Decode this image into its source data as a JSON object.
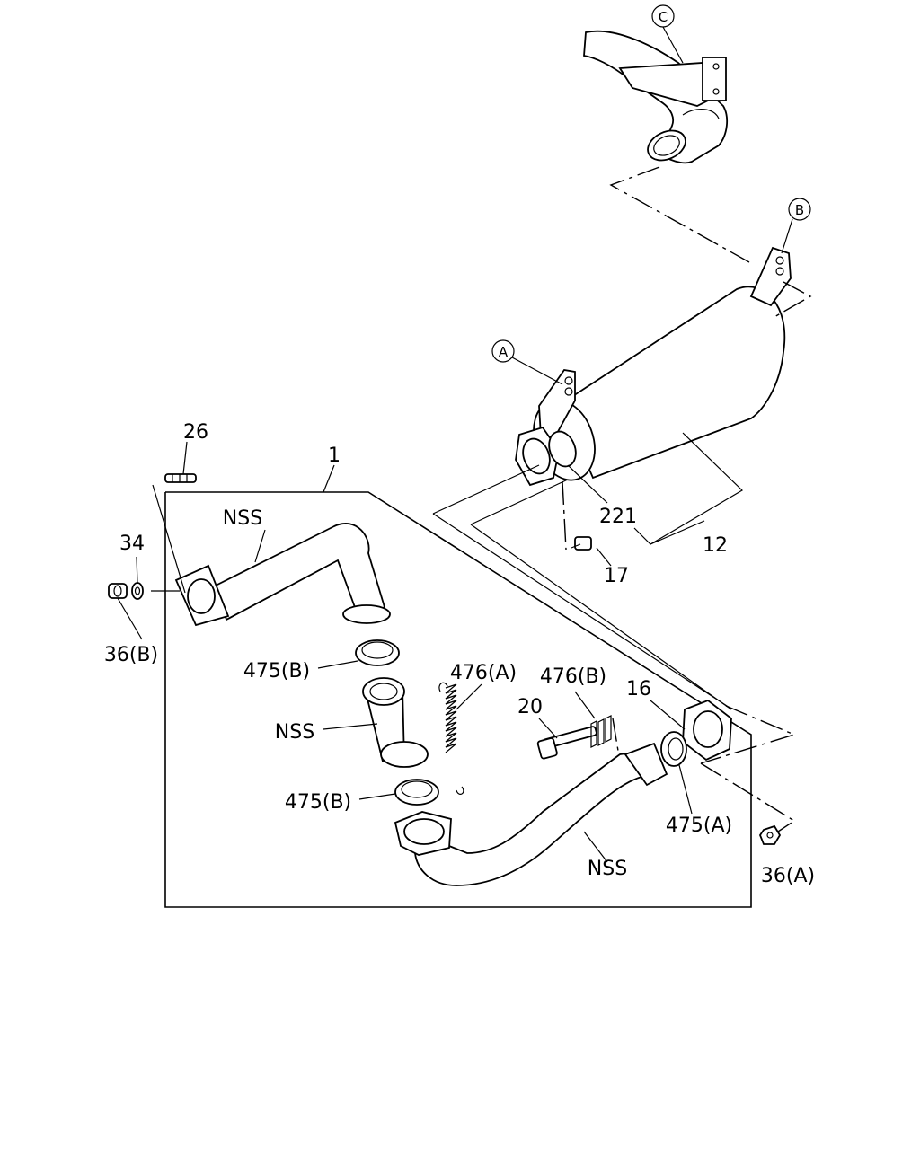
{
  "callouts": {
    "c": "C",
    "b": "B",
    "a": "A"
  },
  "labels": {
    "p1": "1",
    "p12": "12",
    "p16": "16",
    "p17": "17",
    "p20": "20",
    "p26": "26",
    "p34": "34",
    "p36a": "36(A)",
    "p36b": "36(B)",
    "p221": "221",
    "p475a": "475(A)",
    "p475b_upper": "475(B)",
    "p475b_lower": "475(B)",
    "p476a": "476(A)",
    "p476b": "476(B)",
    "nss_upper_pipe": "NSS",
    "nss_middle": "NSS",
    "nss_lower_pipe": "NSS"
  }
}
